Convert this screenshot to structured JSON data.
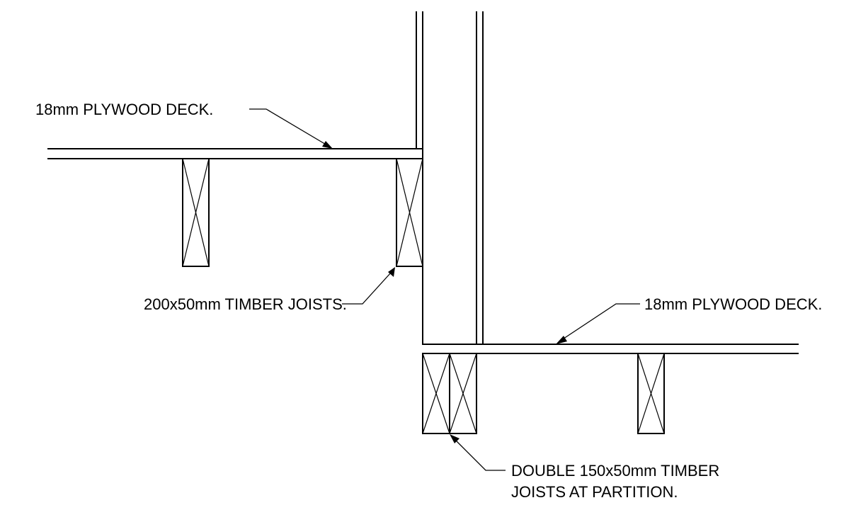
{
  "labels": {
    "deck_upper": "18mm PLYWOOD DECK.",
    "joists_upper": "200x50mm TIMBER JOISTS.",
    "deck_lower": "18mm PLYWOOD DECK.",
    "joists_partition_line1": "DOUBLE 150x50mm TIMBER",
    "joists_partition_line2": "JOISTS AT PARTITION."
  },
  "colors": {
    "line": "#000000",
    "background": "#ffffff"
  }
}
